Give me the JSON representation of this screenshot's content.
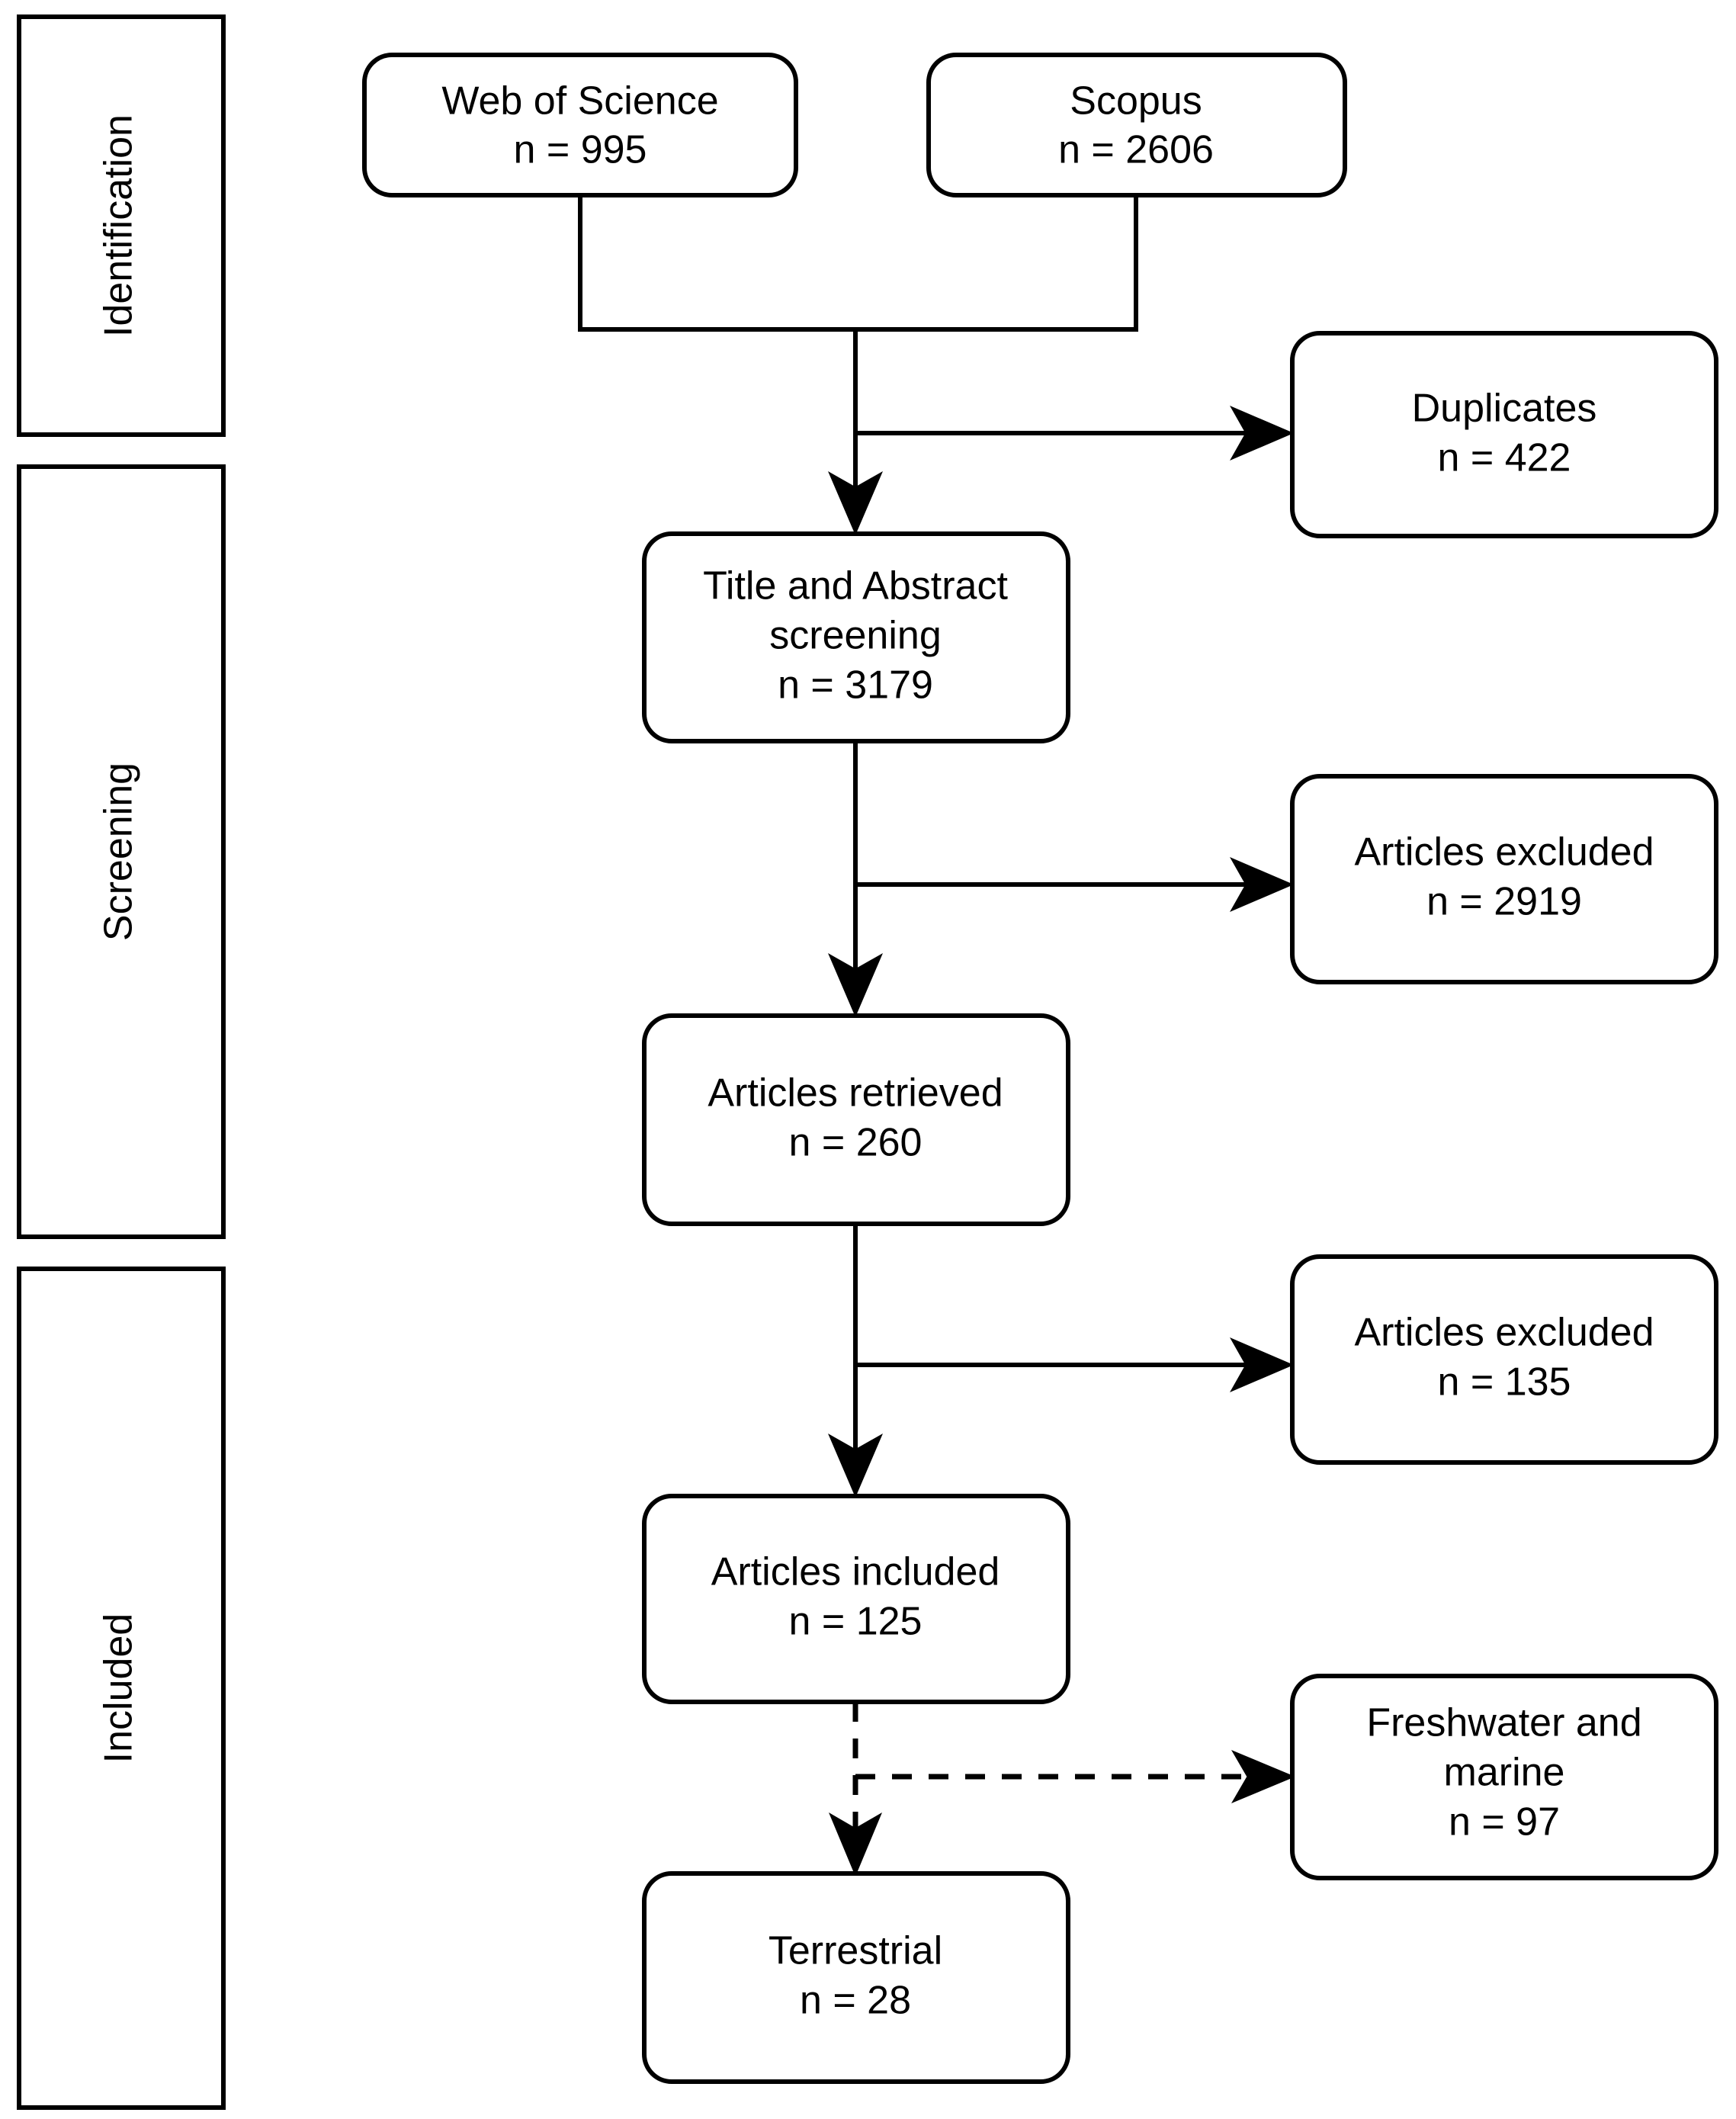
{
  "diagram": {
    "type": "prisma-flow-diagram",
    "stages": [
      {
        "id": "identification",
        "label": "Identification"
      },
      {
        "id": "screening",
        "label": "Screening"
      },
      {
        "id": "included",
        "label": "Included"
      }
    ],
    "nodes": [
      {
        "id": "web-of-science",
        "line1": "Web of Science",
        "line2": "n = 995",
        "line3": "",
        "count": 995
      },
      {
        "id": "scopus",
        "line1": "Scopus",
        "line2": "n = 2606",
        "line3": "",
        "count": 2606
      },
      {
        "id": "duplicates",
        "line1": "Duplicates",
        "line2": "n = 422",
        "line3": "",
        "count": 422
      },
      {
        "id": "title-abstract-screening",
        "line1": "Title and Abstract",
        "line2": "screening",
        "line3": "n = 3179",
        "count": 3179
      },
      {
        "id": "articles-excluded-screening",
        "line1": "Articles excluded",
        "line2": "n = 2919",
        "line3": "",
        "count": 2919
      },
      {
        "id": "articles-retrieved",
        "line1": "Articles retrieved",
        "line2": "n = 260",
        "line3": "",
        "count": 260
      },
      {
        "id": "articles-excluded-fulltext",
        "line1": "Articles excluded",
        "line2": "n = 135",
        "line3": "",
        "count": 135
      },
      {
        "id": "articles-included",
        "line1": "Articles included",
        "line2": "n = 125",
        "line3": "",
        "count": 125
      },
      {
        "id": "freshwater-and-marine",
        "line1": "Freshwater and",
        "line2": "marine",
        "line3": "n = 97",
        "count": 97
      },
      {
        "id": "terrestrial",
        "line1": "Terrestrial",
        "line2": "n = 28",
        "line3": "",
        "count": 28
      }
    ],
    "edges": [
      {
        "from": "web-of-science",
        "to": "title-abstract-screening",
        "style": "solid"
      },
      {
        "from": "scopus",
        "to": "title-abstract-screening",
        "style": "solid"
      },
      {
        "from": "title-abstract-screening",
        "to": "duplicates",
        "style": "solid"
      },
      {
        "from": "title-abstract-screening",
        "to": "articles-excluded-screening",
        "style": "solid"
      },
      {
        "from": "title-abstract-screening",
        "to": "articles-retrieved",
        "style": "solid"
      },
      {
        "from": "articles-retrieved",
        "to": "articles-excluded-fulltext",
        "style": "solid"
      },
      {
        "from": "articles-retrieved",
        "to": "articles-included",
        "style": "solid"
      },
      {
        "from": "articles-included",
        "to": "freshwater-and-marine",
        "style": "dashed"
      },
      {
        "from": "articles-included",
        "to": "terrestrial",
        "style": "dashed"
      }
    ],
    "colors": {
      "stroke": "#000000",
      "fill": "#ffffff",
      "text": "#000000"
    }
  }
}
